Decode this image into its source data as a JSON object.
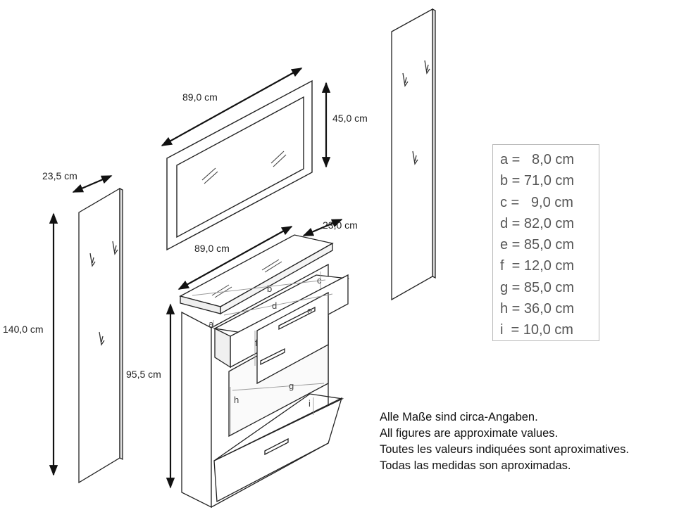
{
  "dimensions": {
    "mirror_width": "89,0 cm",
    "mirror_height": "45,0 cm",
    "panel_width": "23,5 cm",
    "panel_height": "140,0 cm",
    "cabinet_width": "89,0 cm",
    "cabinet_depth": "23,0 cm",
    "cabinet_height": "95,5 cm"
  },
  "part_letters": {
    "a": "a",
    "b": "b",
    "c": "c",
    "d": "d",
    "e": "e",
    "f": "f",
    "g": "g",
    "h": "h",
    "i": "i"
  },
  "legend": [
    "a =   8,0 cm",
    "b = 71,0 cm",
    "c =   9,0 cm",
    "d = 82,0 cm",
    "e = 85,0 cm",
    "f  = 12,0 cm",
    "g = 85,0 cm",
    "h = 36,0 cm",
    "i  = 10,0 cm"
  ],
  "notes": [
    "Alle Maße sind circa-Angaben.",
    "All figures are approximate values.",
    "Toutes les valeurs indiquées sont aproximatives.",
    "Todas las medidas son aproximadas."
  ]
}
